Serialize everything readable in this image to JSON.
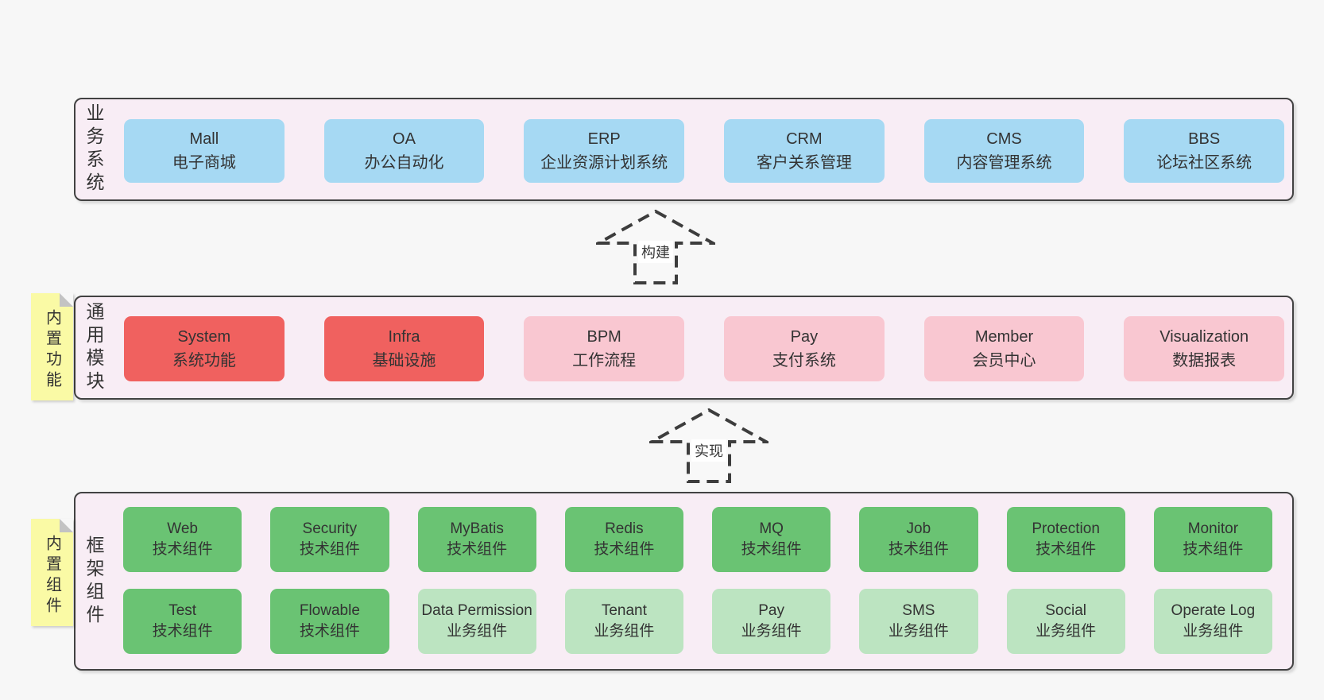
{
  "colors": {
    "page_bg": "#f7f7f7",
    "panel_bg": "#f8edf5",
    "panel_border": "#424242",
    "blue_box": "#a6d9f3",
    "red_box": "#f0615f",
    "pink_box": "#f9c7d1",
    "green_box": "#6ac373",
    "light_green_box": "#bce4c1",
    "note_yellow": "#fafaa5",
    "text": "#333333"
  },
  "arrows": {
    "build": "构建",
    "implement": "实现"
  },
  "sections": {
    "business": {
      "label": "业务系统",
      "boxes": [
        {
          "title": "Mall",
          "subtitle": "电子商城",
          "variant": "blue"
        },
        {
          "title": "OA",
          "subtitle": "办公自动化",
          "variant": "blue"
        },
        {
          "title": "ERP",
          "subtitle": "企业资源计划系统",
          "variant": "blue"
        },
        {
          "title": "CRM",
          "subtitle": "客户关系管理",
          "variant": "blue"
        },
        {
          "title": "CMS",
          "subtitle": "内容管理系统",
          "variant": "blue"
        },
        {
          "title": "BBS",
          "subtitle": "论坛社区系统",
          "variant": "blue"
        }
      ]
    },
    "modules": {
      "label": "通用模块",
      "note": "内置功能",
      "boxes": [
        {
          "title": "System",
          "subtitle": "系统功能",
          "variant": "red"
        },
        {
          "title": "Infra",
          "subtitle": "基础设施",
          "variant": "red"
        },
        {
          "title": "BPM",
          "subtitle": "工作流程",
          "variant": "pink"
        },
        {
          "title": "Pay",
          "subtitle": "支付系统",
          "variant": "pink"
        },
        {
          "title": "Member",
          "subtitle": "会员中心",
          "variant": "pink"
        },
        {
          "title": "Visualization",
          "subtitle": "数据报表",
          "variant": "pink"
        }
      ]
    },
    "framework": {
      "label": "框架组件",
      "note": "内置组件",
      "row1": [
        {
          "title": "Web",
          "subtitle": "技术组件",
          "variant": "green"
        },
        {
          "title": "Security",
          "subtitle": "技术组件",
          "variant": "green"
        },
        {
          "title": "MyBatis",
          "subtitle": "技术组件",
          "variant": "green"
        },
        {
          "title": "Redis",
          "subtitle": "技术组件",
          "variant": "green"
        },
        {
          "title": "MQ",
          "subtitle": "技术组件",
          "variant": "green"
        },
        {
          "title": "Job",
          "subtitle": "技术组件",
          "variant": "green"
        },
        {
          "title": "Protection",
          "subtitle": "技术组件",
          "variant": "green"
        },
        {
          "title": "Monitor",
          "subtitle": "技术组件",
          "variant": "green"
        }
      ],
      "row2": [
        {
          "title": "Test",
          "subtitle": "技术组件",
          "variant": "green"
        },
        {
          "title": "Flowable",
          "subtitle": "技术组件",
          "variant": "green"
        },
        {
          "title": "Data Permission",
          "subtitle": "业务组件",
          "variant": "green-light"
        },
        {
          "title": "Tenant",
          "subtitle": "业务组件",
          "variant": "green-light"
        },
        {
          "title": "Pay",
          "subtitle": "业务组件",
          "variant": "green-light"
        },
        {
          "title": "SMS",
          "subtitle": "业务组件",
          "variant": "green-light"
        },
        {
          "title": "Social",
          "subtitle": "业务组件",
          "variant": "green-light"
        },
        {
          "title": "Operate Log",
          "subtitle": "业务组件",
          "variant": "green-light"
        }
      ]
    }
  }
}
